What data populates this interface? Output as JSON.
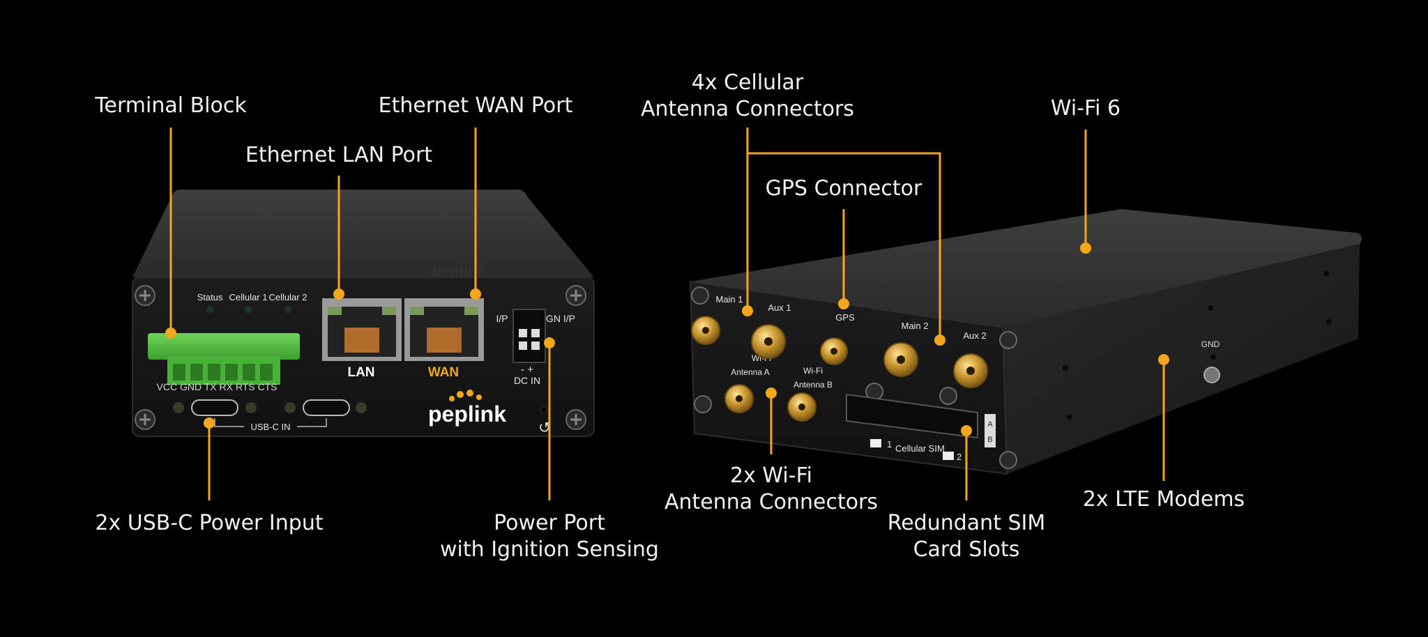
{
  "accent_color": "#f5a71c",
  "callouts": {
    "terminal_block": "Terminal Block",
    "ethernet_wan_port": "Ethernet WAN Port",
    "ethernet_lan_port": "Ethernet LAN Port",
    "cellular_antenna": [
      "4x Cellular",
      "Antenna Connectors"
    ],
    "wifi6": "Wi-Fi 6",
    "gps_connector": "GPS Connector",
    "usbc_power": "2x USB-C Power Input",
    "power_port": [
      "Power Port",
      "with Ignition Sensing"
    ],
    "wifi_antenna": [
      "2x Wi-Fi",
      "Antenna Connectors"
    ],
    "sim_slots": [
      "Redundant SIM",
      "Card Slots"
    ],
    "lte_modems": "2x LTE Modems"
  },
  "front_panel": {
    "led_status": "Status",
    "led_cellular1": "Cellular 1",
    "led_cellular2": "Cellular 2",
    "terminal_pins": "VCC GND TX RX RTS CTS",
    "lan_label": "LAN",
    "wan_label": "WAN",
    "ip_label": "I/P",
    "ign_label": "IGN I/P",
    "polarity": "-  +",
    "dc_in": "DC IN",
    "usbc_in": "USB-C IN",
    "brand": "peplink",
    "top_brand": "peplink"
  },
  "rear_panel": {
    "main1": "Main 1",
    "aux1": "Aux 1",
    "gps": "GPS",
    "main2": "Main 2",
    "aux2": "Aux 2",
    "wifi_a": [
      "Wi-Fi",
      "Antenna A"
    ],
    "wifi_b": [
      "Wi-Fi",
      "Antenna B"
    ],
    "sim_1": "1",
    "sim_label": "Cellular SIM",
    "sim_2": "2",
    "slot_a": "A",
    "slot_b": "B",
    "gnd": "GND"
  }
}
